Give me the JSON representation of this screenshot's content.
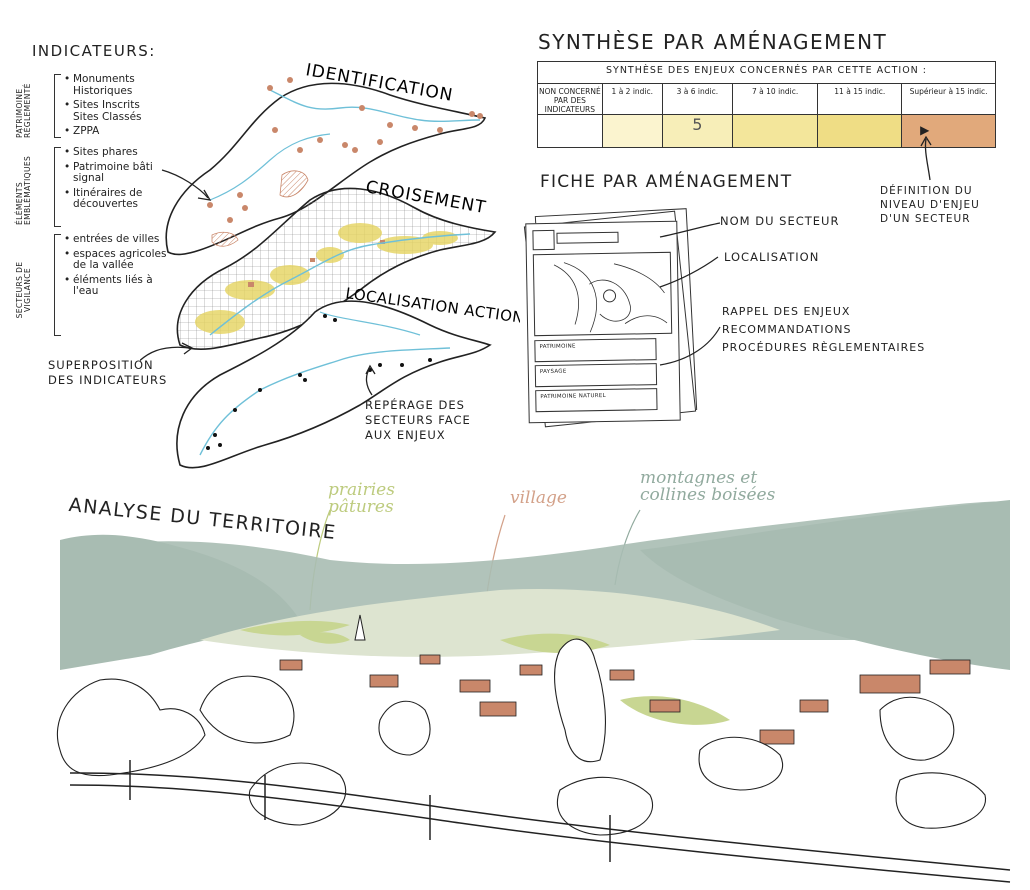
{
  "indicators": {
    "title": "INDICATEURS:",
    "groups": [
      {
        "category": "PATRIMOINE RÉGLEMENTÉ",
        "items": [
          "Monuments Historiques",
          "Sites Inscrits Sites Classés",
          "ZPPA"
        ]
      },
      {
        "category": "ÉLÉMENTS EMBLÉMATIQUES",
        "items": [
          "Sites phares",
          "Patrimoine bâti signal",
          "Itinéraires de découvertes"
        ]
      },
      {
        "category": "SECTEURS DE VIGILANCE",
        "items": [
          "entrées de villes",
          "espaces agricoles de la vallée",
          "éléments liés à l'eau"
        ]
      }
    ]
  },
  "maps": {
    "identification": "IDENTIFICATION",
    "croisement": "CROISEMENT",
    "localisation": "LOCALISATION ACTIONS",
    "superposition": "SUPERPOSITION DES INDICATEURS",
    "reperage": "REPÉRAGE DES SECTEURS FACE AUX ENJEUX"
  },
  "synthese": {
    "title": "SYNTHÈSE PAR AMÉNAGEMENT",
    "header": "SYNTHÈSE DES ENJEUX CONCERNÉS PAR CETTE ACTION :",
    "categories": [
      "NON CONCERNÉ PAR DES INDICATEURS",
      "1 à 2 indic.",
      "3 à 6 indic.",
      "7 à 10 indic.",
      "11 à 15 indic.",
      "Supérieur à 15 indic."
    ],
    "value": "5",
    "colors": [
      "#ffffff",
      "#fbf4cf",
      "#f7eeb8",
      "#f3e69b",
      "#efdd85",
      "#e1a97b"
    ],
    "definition": "DÉFINITION DU NIVEAU D'ENJEU D'UN SECTEUR"
  },
  "fiche": {
    "title": "FICHE PAR AMÉNAGEMENT",
    "labels": [
      "NOM DU SECTEUR",
      "LOCALISATION",
      "RAPPEL DES ENJEUX",
      "RECOMMANDATIONS",
      "PROCÉDURES RÈGLEMENTAIRES"
    ],
    "boxes": [
      "PATRIMOINE",
      "PAYSAGE",
      "PATRIMOINE NATUREL"
    ]
  },
  "analyse": {
    "title": "ANALYSE DU TERRITOIRE",
    "labels": {
      "prairies": "prairies pâtures",
      "village": "village",
      "montagnes": "montagnes et collines boisées"
    },
    "colors": {
      "forest": "#a8bcb2",
      "meadow": "#c8d692",
      "roof": "#c9876a",
      "ink": "#222222"
    }
  }
}
